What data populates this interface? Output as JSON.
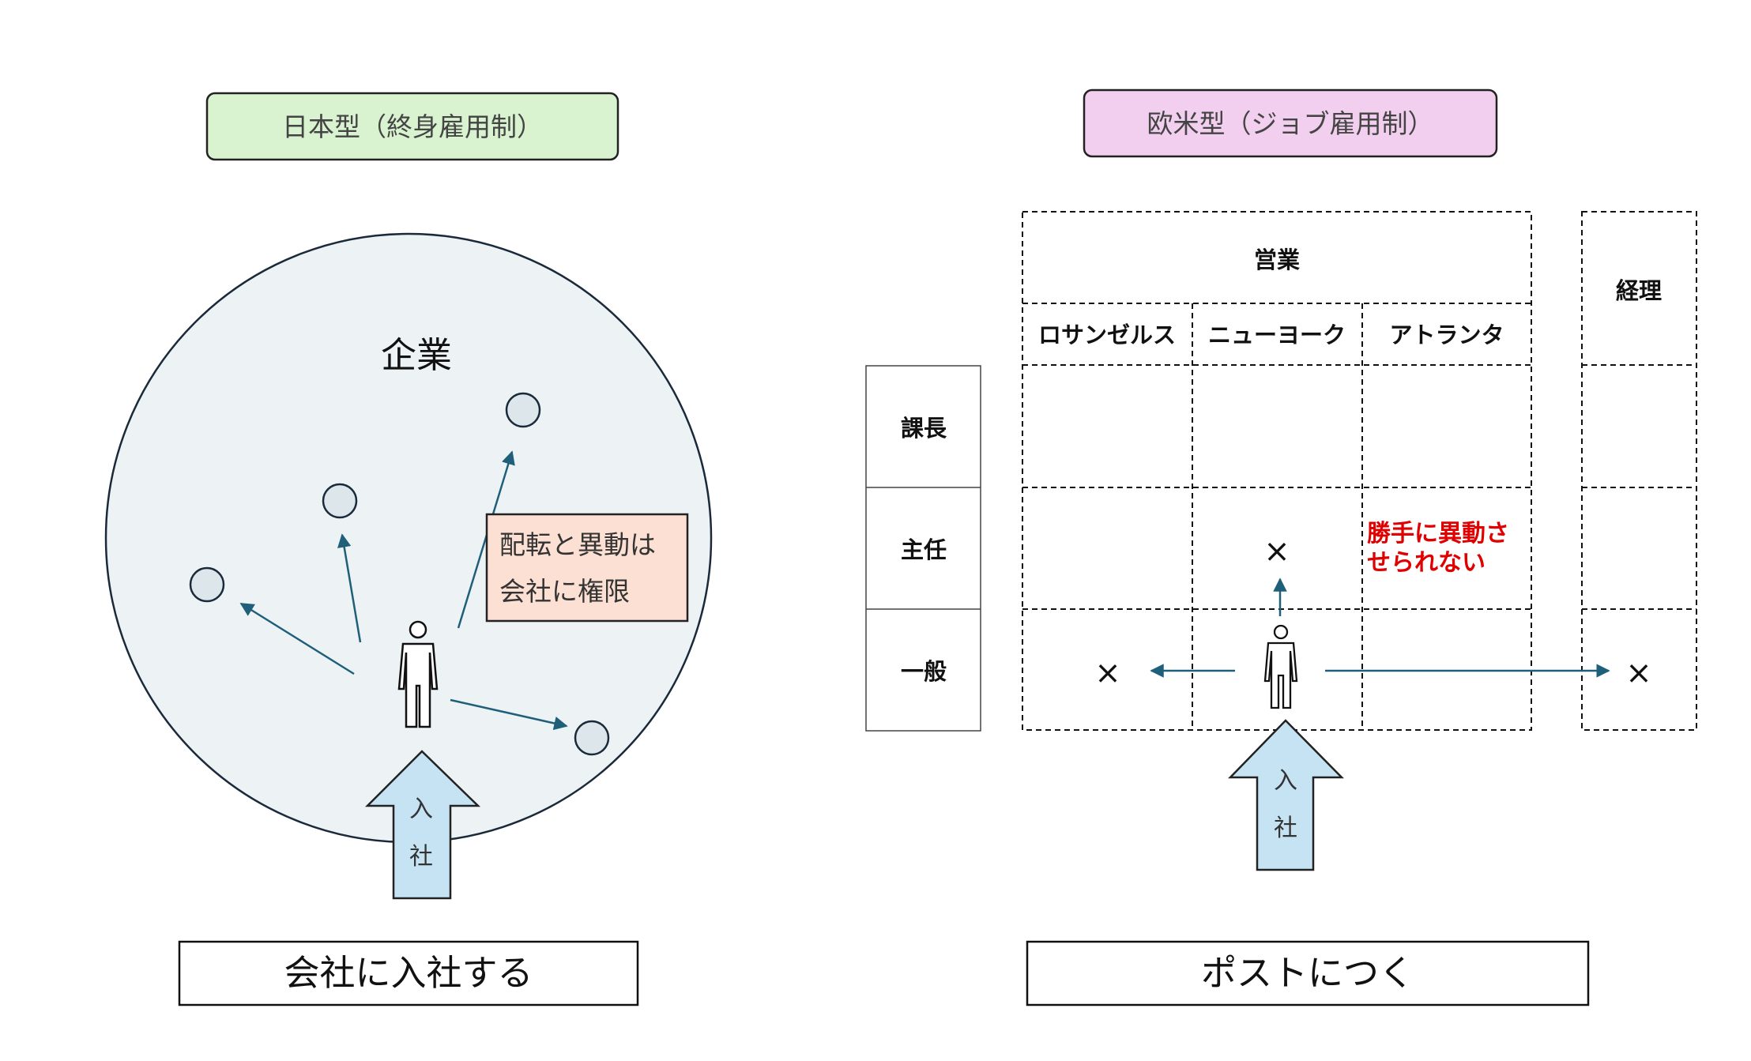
{
  "left": {
    "header": "日本型（終身雇用制）",
    "company": "企業",
    "note_line1": "配転と異動は",
    "note_line2": "会社に権限",
    "arrow_line1": "入",
    "arrow_line2": "社",
    "caption": "会社に入社する"
  },
  "right": {
    "header": "欧米型（ジョブ雇用制）",
    "sales": "営業",
    "accounting": "経理",
    "locations": [
      "ロサンゼルス",
      "ニューヨーク",
      "アトランタ"
    ],
    "ranks": [
      "課長",
      "主任",
      "一般"
    ],
    "cross": "×",
    "note_line1": "勝手に異動さ",
    "note_line2": "せられない",
    "arrow_line1": "入",
    "arrow_line2": "社",
    "caption": "ポストにつく"
  },
  "colors": {
    "green_box": "#d9f2d0",
    "pink_box": "#f2cfee",
    "circle_fill": "#edf3f5",
    "small_circle": "#dde6ea",
    "note_fill": "#fbe0d3",
    "arrow_fill": "#c5e3f3",
    "connector": "#1f5f7a",
    "red_text": "#e00000"
  }
}
